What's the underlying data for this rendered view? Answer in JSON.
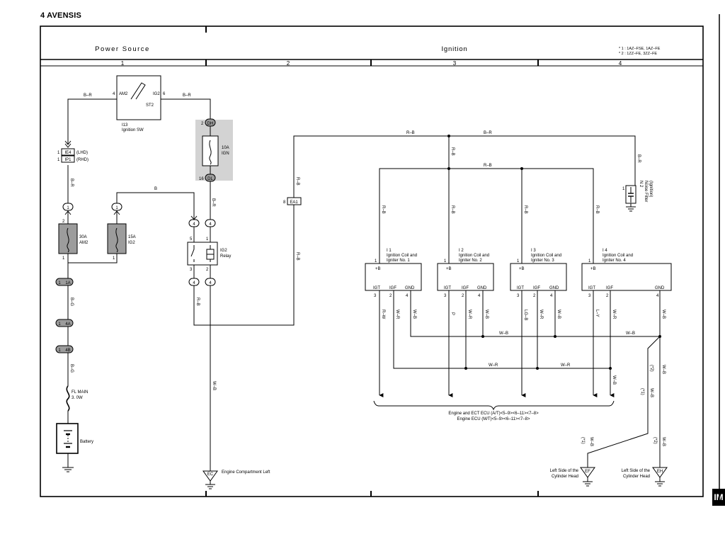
{
  "page": {
    "title": "4  AVENSIS",
    "side_tab": "IM"
  },
  "header": {
    "power_source": "Power Source",
    "ignition": "Ignition",
    "note_1": "* 1 : 1AZ–FSE,  1AZ–FE",
    "note_2": "* 2 : 1ZZ–FE,  3ZZ–FE"
  },
  "columns": [
    "1",
    "2",
    "3",
    "4"
  ],
  "components": {
    "ignition_sw": {
      "id": "I13",
      "name": "Ignition SW",
      "am2": "AM2",
      "ig2": "IG2",
      "st2": "ST2",
      "pin_am2": "4",
      "pin_ig2": "6"
    },
    "connector_ie4": {
      "id": "IE4",
      "pin": "1",
      "note": "(LHD)"
    },
    "connector_ip1": {
      "id": "IP1",
      "pin": "1",
      "note": "(RHD)"
    },
    "fuse_am2": {
      "rating": "30A",
      "name": "AM2",
      "pin_top": "2",
      "pin_bottom": "1"
    },
    "fuse_ig2": {
      "rating": "15A",
      "name": "IG2",
      "pin_bottom": "1"
    },
    "fuse_ign": {
      "rating": "10A",
      "name": "IGN",
      "pin_top": "2",
      "pin_bottom": "16",
      "conn_top": "DH",
      "conn_bottom": "DL"
    },
    "ig2_relay": {
      "name_line1": "IG2",
      "name_line2": "Relay",
      "pin5": "5",
      "pin1": "1",
      "pin3": "3",
      "pin2": "2"
    },
    "fl_main": {
      "line1": "FL MAIN",
      "line2": "3. 0W"
    },
    "battery": {
      "name": "Battery"
    },
    "noise_filter": {
      "id": "N 2",
      "line1": "Noise Filter",
      "line2": "(Ignition)",
      "pin": "1"
    },
    "ea1": {
      "id": "EA1",
      "pin": "8"
    },
    "coils": [
      {
        "id": "I 1",
        "line1": "Ignition Coil and",
        "line2": "Igniter No. 1"
      },
      {
        "id": "I 2",
        "line1": "Ignition Coil and",
        "line2": "Igniter No. 2"
      },
      {
        "id": "I 3",
        "line1": "Ignition Coil and",
        "line2": "Igniter No. 3"
      },
      {
        "id": "I 4",
        "line1": "Ignition Coil and",
        "line2": "Igniter No. 4"
      }
    ],
    "coil_pins": {
      "plus_b": "+B",
      "igt": "IGT",
      "igf": "IGF",
      "gnd": "GND",
      "p1": "1",
      "p3": "3",
      "p2": "2",
      "p4": "4"
    },
    "ecu": {
      "line1": "Engine and ECT ECU (A/T)<5–9><6–11><7–8>",
      "line2": "Engine ECU (M/T)<5–9><6–11><7–8>"
    },
    "grounds": {
      "ec": {
        "id": "EC",
        "label": "Engine Compartment Left"
      },
      "ef": {
        "id": "EF",
        "label_line1": "Left Side of the",
        "label_line2": "Cylinder Head"
      },
      "eh": {
        "id": "EH",
        "label_line1": "Left Side of the",
        "label_line2": "Cylinder Head"
      }
    }
  },
  "connectors": {
    "one": "1",
    "four": "4",
    "j1a": "1A",
    "j4a": "4A",
    "j4b": "4B"
  },
  "wires": {
    "BR": "B–R",
    "B": "B",
    "RB": "R–B",
    "BG": "B–G",
    "WB": "W–B",
    "WR": "W–R",
    "RW": "R–W",
    "P": "P",
    "LGB": "LG–B",
    "LY": "L–Y",
    "star1": "(*1)",
    "star2": "(*2)"
  }
}
